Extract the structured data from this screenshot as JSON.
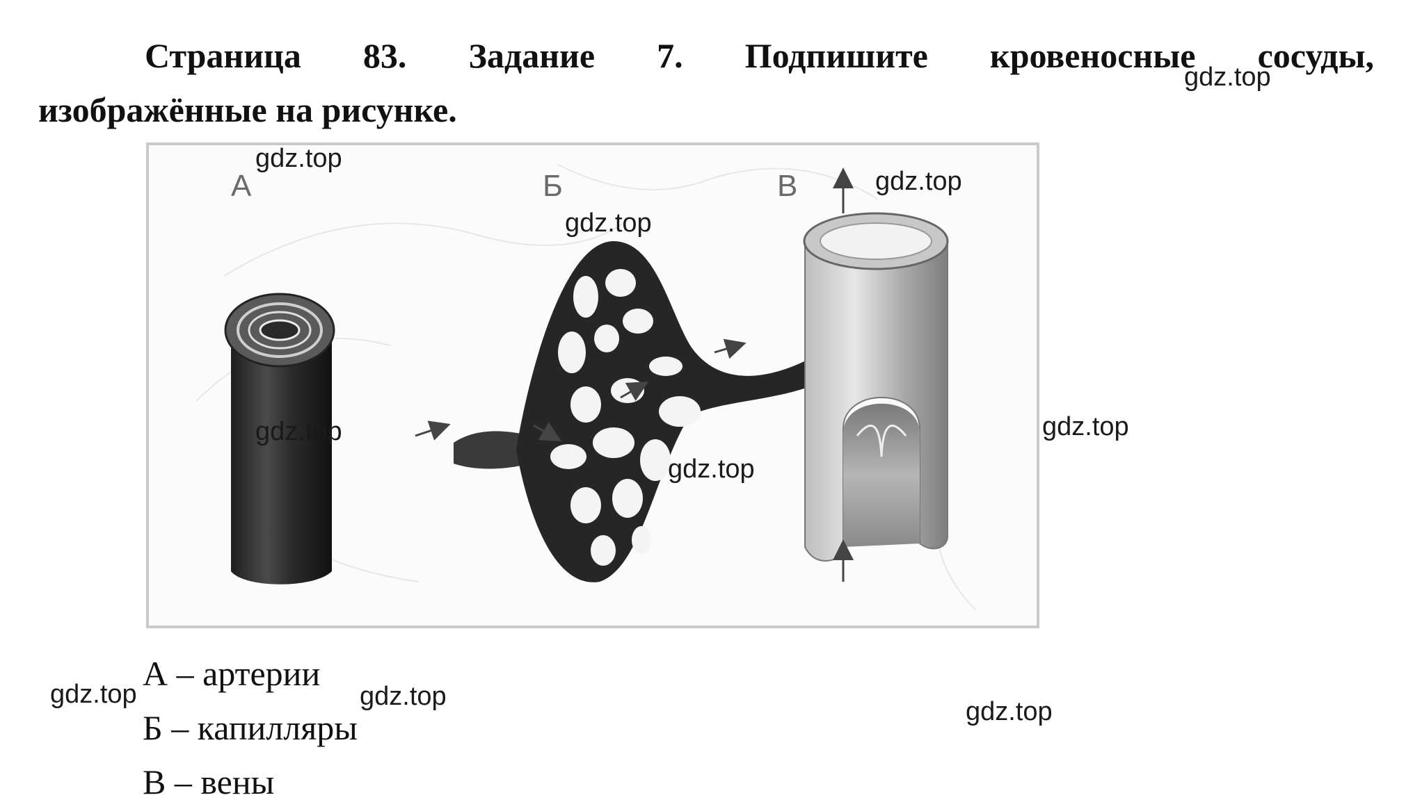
{
  "task": {
    "line1": "Страница 83. Задание 7. Подпишите кровеносные сосуды,",
    "line2": "изображённые на рисунке."
  },
  "figure": {
    "label_a": "А",
    "label_b": "Б",
    "label_v": "В"
  },
  "answers": [
    {
      "letter": "А",
      "dash": "–",
      "text": "артерии"
    },
    {
      "letter": "Б",
      "dash": "–",
      "text": "капилляры"
    },
    {
      "letter": "В",
      "dash": "–",
      "text": "вены"
    }
  ],
  "watermark": "gdz.top"
}
